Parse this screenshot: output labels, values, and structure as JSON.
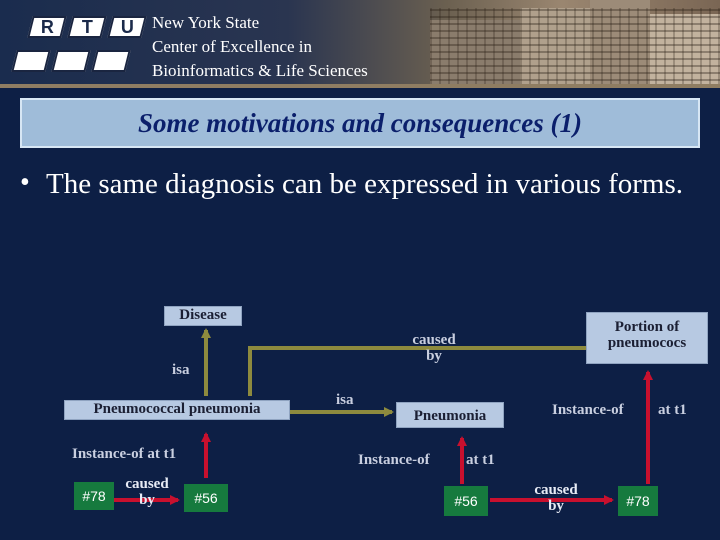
{
  "header": {
    "logo_letters": [
      "R",
      "T",
      "U"
    ],
    "institution_lines": [
      "New York State",
      "Center of Excellence in",
      "Bioinformatics & Life Sciences"
    ]
  },
  "title": "Some motivations and consequences (1)",
  "bullets": [
    {
      "marker": "•",
      "text": "The same diagnosis can be expressed in various forms."
    }
  ],
  "diagram": {
    "nodes": {
      "disease": "Disease",
      "pneumococcal_pneumonia": "Pneumococcal pneumonia",
      "pneumonia": "Pneumonia",
      "portion_of_pneumococs": "Portion of pneumococs",
      "id_78_left": "#78",
      "id_56_left": "#56",
      "id_56_mid": "#56",
      "id_78_right": "#78"
    },
    "labels": {
      "isa_left": "isa",
      "isa_mid": "isa",
      "caused_by_top": "caused by",
      "instance_of_t1_left": "Instance-of at t1",
      "caused_by_bottom_left": "caused by",
      "instance_of_mid": "Instance-of",
      "at_t1_mid": "at t1",
      "caused_by_bottom_right": "caused by",
      "instance_of_right": "Instance-of",
      "at_t1_right": "at t1"
    },
    "colors": {
      "olive_arrow": "#8d8a3e",
      "red_arrow": "#c8102e",
      "node_box": "#b7c9e2",
      "id_box": "#167a3e"
    }
  },
  "colors": {
    "background": "#0d1f45",
    "title_bar": "#9fbcd9",
    "title_text": "#0b1f6b"
  }
}
